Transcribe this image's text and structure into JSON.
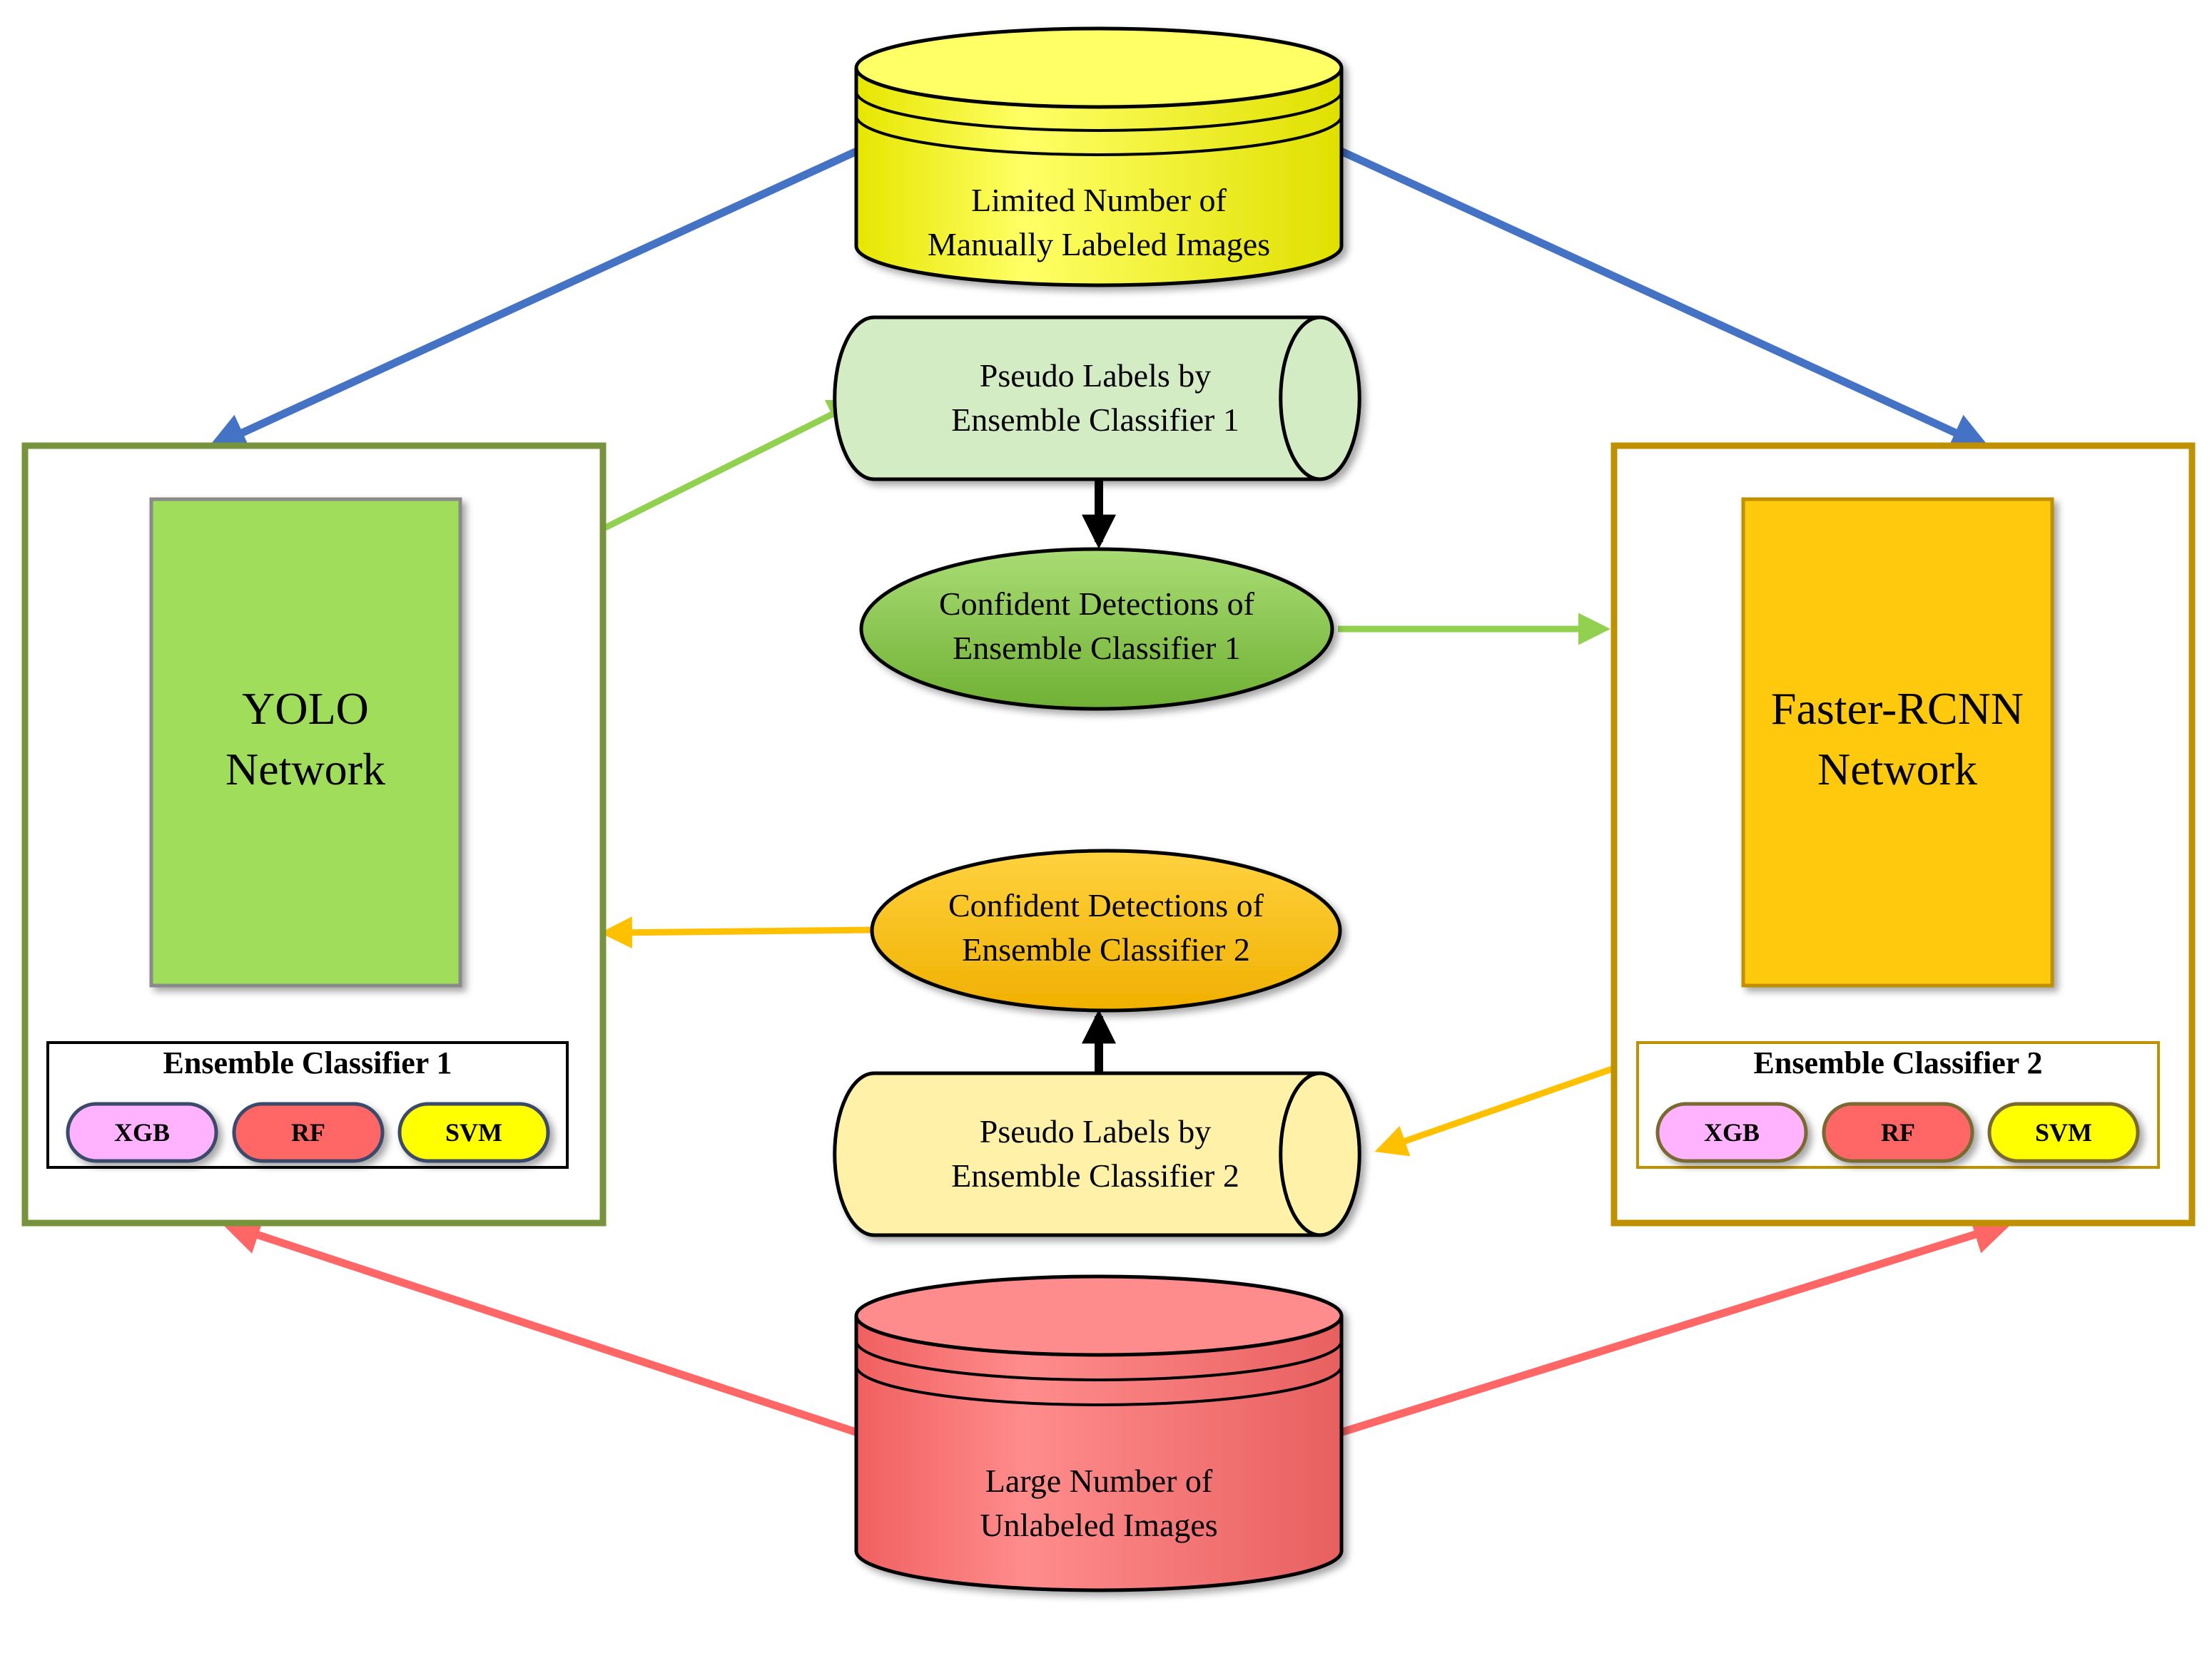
{
  "nodes": {
    "labeled_db": {
      "line1": "Limited Number of",
      "line2": "Manually Labeled Images",
      "color": "#FFFF55"
    },
    "pseudo1": {
      "line1": "Pseudo Labels by",
      "line2": "Ensemble Classifier 1",
      "color": "#D3ECC4"
    },
    "confident1": {
      "line1": "Confident Detections of",
      "line2": "Ensemble Classifier 1",
      "color": "#8BCB4C"
    },
    "confident2": {
      "line1": "Confident Detections of",
      "line2": "Ensemble Classifier 2",
      "color": "#FFC000"
    },
    "pseudo2": {
      "line1": "Pseudo Labels by",
      "line2": "Ensemble Classifier 2",
      "color": "#FFF2A8"
    },
    "unlabeled_db": {
      "line1": "Large Number of",
      "line2": "Unlabeled Images",
      "color": "#FF7F7F"
    }
  },
  "yolo": {
    "line1": "YOLO",
    "line2": "Network",
    "color": "#A0DD5A",
    "border_color": "#77933C",
    "ensemble_title": "Ensemble Classifier 1",
    "classifiers": [
      "XGB",
      "RF",
      "SVM"
    ]
  },
  "faster": {
    "line1": "Faster-RCNN",
    "line2": "Network",
    "color": "#FFC90E",
    "border_color": "#BF9000",
    "ensemble_title": "Ensemble Classifier 2",
    "classifiers": [
      "XGB",
      "RF",
      "SVM"
    ]
  },
  "classifier_colors": [
    "#FFB3FF",
    "#FF6666",
    "#FFFF00"
  ],
  "arrow_colors": {
    "labeled": "#4472C4",
    "unlabeled": "#FF6666",
    "green": "#92D050",
    "orange": "#FFC000",
    "black": "#000000",
    "dark_gold": "#BF9000"
  }
}
